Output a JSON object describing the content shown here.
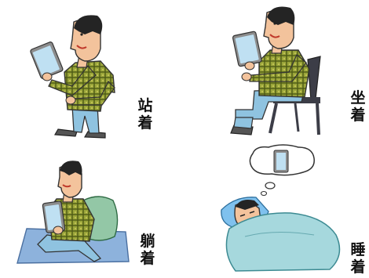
{
  "panels": [
    {
      "id": "standing",
      "caption": "站\n着"
    },
    {
      "id": "sitting",
      "caption": "坐\n着"
    },
    {
      "id": "lying",
      "caption": "躺\n着"
    },
    {
      "id": "sleeping",
      "caption": "睡\n着"
    }
  ],
  "colors": {
    "shirt": "#9aa53a",
    "shirt_check": "#4d5a16",
    "pants": "#8fc3e0",
    "skin": "#f3c39c",
    "hair": "#242424",
    "tablet": "#bfe0f2",
    "tablet_frame": "#8c8c8c",
    "chair": "#3c3d47",
    "mat": "#8db2dc",
    "pillow_green": "#93c7a6",
    "blanket": "#a6d8dd",
    "pillow_blue": "#7fc1ee"
  },
  "icons": [
    "tablet-icon",
    "thought-bubble-icon"
  ]
}
